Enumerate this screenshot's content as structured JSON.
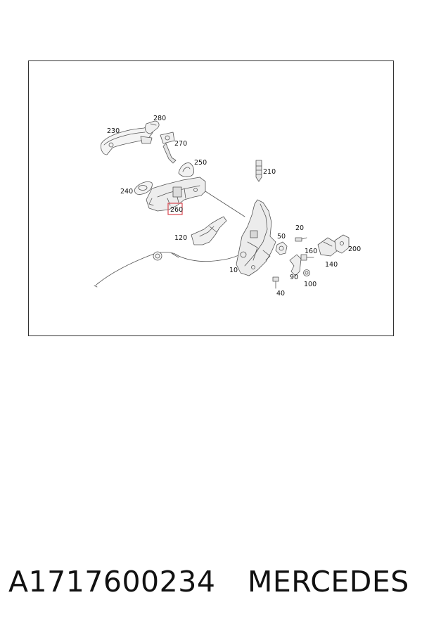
{
  "diagram": {
    "callouts": {
      "p10": "10",
      "p20": "20",
      "p40": "40",
      "p50": "50",
      "p90": "90",
      "p100": "100",
      "p120": "120",
      "p140": "140",
      "p160": "160",
      "p200": "200",
      "p210": "210",
      "p230": "230",
      "p240": "240",
      "p250": "250",
      "p260": "260",
      "p270": "270",
      "p280": "280"
    },
    "highlighted_callout": "260",
    "highlight_color": "#d9474f"
  },
  "footer": {
    "part_number": "A1717600234",
    "brand": "MERCEDES"
  }
}
